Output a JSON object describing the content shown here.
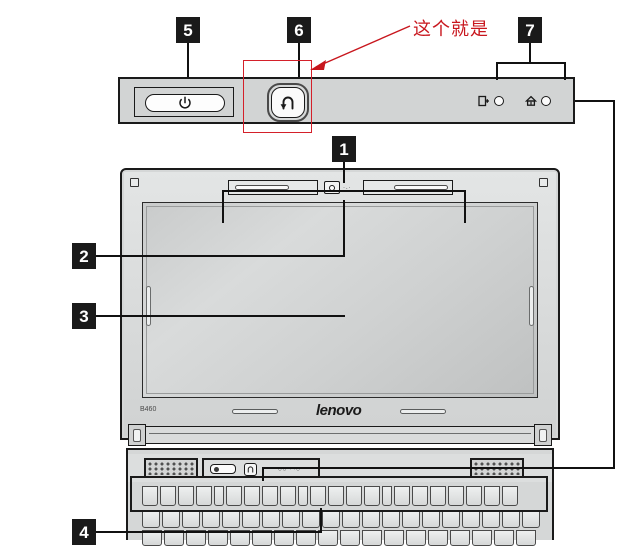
{
  "document": {
    "title": "Lenovo B460 laptop front view diagram",
    "model_label": "B460",
    "brand_logo": "lenovo"
  },
  "annotation": {
    "text": "这个就是",
    "color": "#c8161d",
    "highlight_target": "onekey-recovery-button",
    "arrow": "red-arrow-pointing-left-down"
  },
  "callouts": [
    {
      "id": "1",
      "number": "1",
      "target": "integrated-camera"
    },
    {
      "id": "2",
      "number": "2",
      "target": "wireless-antennas"
    },
    {
      "id": "3",
      "number": "3",
      "target": "computer-display"
    },
    {
      "id": "4",
      "number": "4",
      "target": "keyboard"
    },
    {
      "id": "5",
      "number": "5",
      "target": "power-button"
    },
    {
      "id": "6",
      "number": "6",
      "target": "onekey-recovery-button"
    },
    {
      "id": "7",
      "number": "7",
      "target": "system-status-indicators"
    }
  ],
  "top_strip": {
    "power_button": {
      "icon": "power-icon",
      "label": "Power button"
    },
    "onekey_button": {
      "icon": "onekey-recovery-icon",
      "label": "OneKey Recovery button"
    },
    "indicators": [
      {
        "icon": "battery-charge-icon",
        "lamp": "indicator-lamp"
      },
      {
        "icon": "power-status-icon",
        "lamp": "indicator-lamp"
      }
    ]
  },
  "laptop": {
    "camera": {
      "icon": "camera-icon",
      "dots": "·.·"
    },
    "antennas": [
      {
        "name": "antenna-left"
      },
      {
        "name": "antenna-right"
      }
    ],
    "display": {
      "name": "computer-display"
    },
    "control_panel": {
      "slider": "wireless-switch",
      "button": "onekey-recovery-small-button",
      "lamps": "○○ ◠○"
    },
    "speakers": [
      {
        "name": "speaker-left"
      },
      {
        "name": "speaker-right"
      }
    ]
  },
  "colors": {
    "chassis": "#d5d7d7",
    "outline": "#1a1a1a",
    "screen_top": "#d9dbdb",
    "screen_bottom": "#bfc1c1",
    "badge_bg": "#1a1a1a",
    "badge_text": "#ffffff",
    "annotation_red": "#c8161d"
  }
}
